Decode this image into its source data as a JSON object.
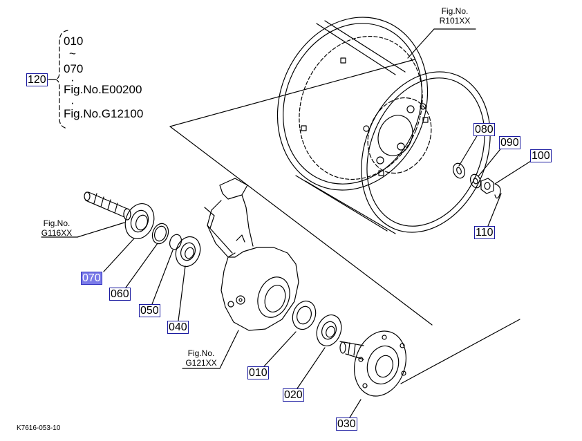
{
  "callouts": [
    {
      "id": "010",
      "text": "010"
    },
    {
      "id": "020",
      "text": "020"
    },
    {
      "id": "030",
      "text": "030"
    },
    {
      "id": "040",
      "text": "040"
    },
    {
      "id": "050",
      "text": "050"
    },
    {
      "id": "060",
      "text": "060"
    },
    {
      "id": "070",
      "text": "070",
      "selected": true
    },
    {
      "id": "080",
      "text": "080"
    },
    {
      "id": "090",
      "text": "090"
    },
    {
      "id": "100",
      "text": "100"
    },
    {
      "id": "110",
      "text": "110"
    },
    {
      "id": "120",
      "text": "120"
    }
  ],
  "bracket": {
    "line1": "010",
    "line2": "~",
    "line3": "070",
    "dot1": "·",
    "line4": "Fig.No.E00200",
    "dot2": "·",
    "line5": "Fig.No.G12100"
  },
  "figure_refs": {
    "r101": {
      "line1": "Fig.No.",
      "line2": "R101XX"
    },
    "g116": {
      "line1": "Fig.No.",
      "line2": "G116XX"
    },
    "g121": {
      "line1": "Fig.No.",
      "line2": "G121XX"
    }
  },
  "drawing_code": "K7616-053-10",
  "colors": {
    "label_border": "#1a1aa0",
    "selected_fill": "#7a7ae8",
    "line": "#000000"
  }
}
